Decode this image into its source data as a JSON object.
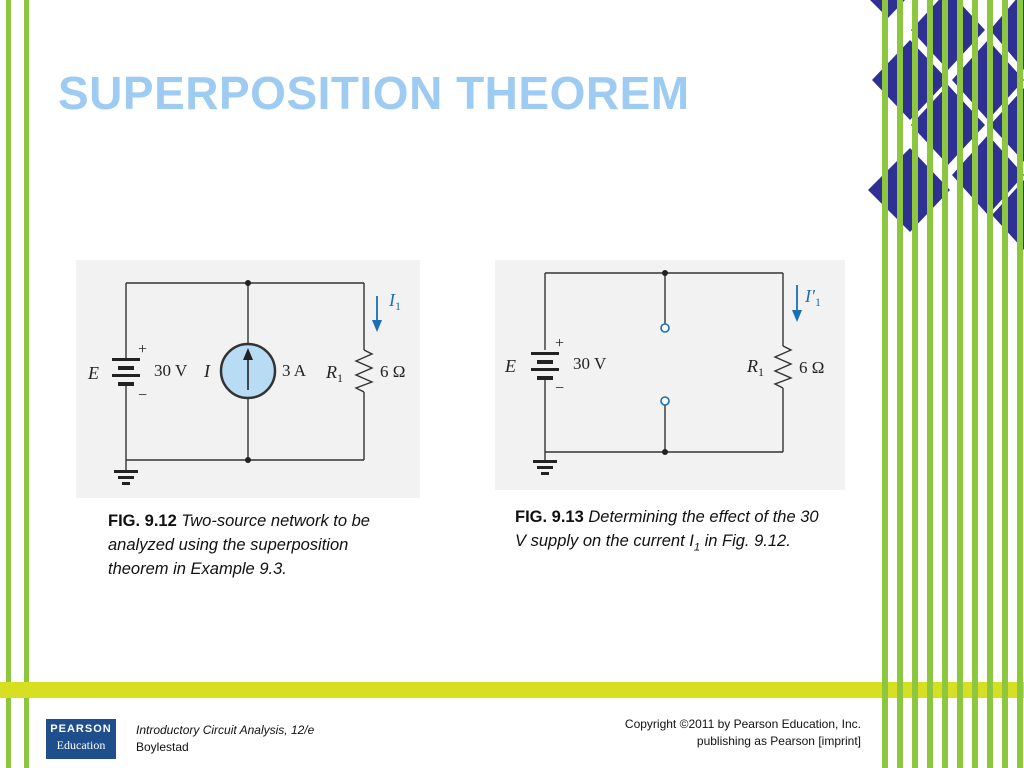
{
  "slide": {
    "title": "SUPERPOSITION THEOREM"
  },
  "fig1": {
    "source_E_label": "E",
    "source_E_value": "30 V",
    "plus": "+",
    "minus": "−",
    "source_I_label": "I",
    "source_I_value": "3 A",
    "resistor_label": "R",
    "resistor_sub": "1",
    "resistor_value": "6 Ω",
    "current_label": "I",
    "current_sub": "1"
  },
  "fig2": {
    "source_E_label": "E",
    "source_E_value": "30 V",
    "plus": "+",
    "minus": "−",
    "resistor_label": "R",
    "resistor_sub": "1",
    "resistor_value": "6 Ω",
    "current_label": "I′",
    "current_sub": "1"
  },
  "captions": {
    "fig1_number": "FIG. 9.12",
    "fig1_text": "Two-source network to be analyzed using the superposition theorem in Example 9.3.",
    "fig2_number": "FIG. 9.13",
    "fig2_text_a": "Determining the effect of the 30 V supply on the current I",
    "fig2_text_sub": "1",
    "fig2_text_b": " in Fig. 9.12."
  },
  "footer": {
    "logo_line1": "PEARSON",
    "logo_line2": "Education",
    "book_title": "Introductory Circuit Analysis, 12/e",
    "author": "Boylestad",
    "copyright_line1": "Copyright ©2011 by Pearson Education, Inc.",
    "copyright_line2": "publishing as Pearson [imprint]"
  },
  "colors": {
    "title": "#9dcbf2",
    "green_stripe": "#8dc63f",
    "yellow_band": "#d7df23",
    "diamond_blue": "#2e3192",
    "arrow_blue": "#1b6fb5",
    "source_fill": "#b9dcf5"
  }
}
